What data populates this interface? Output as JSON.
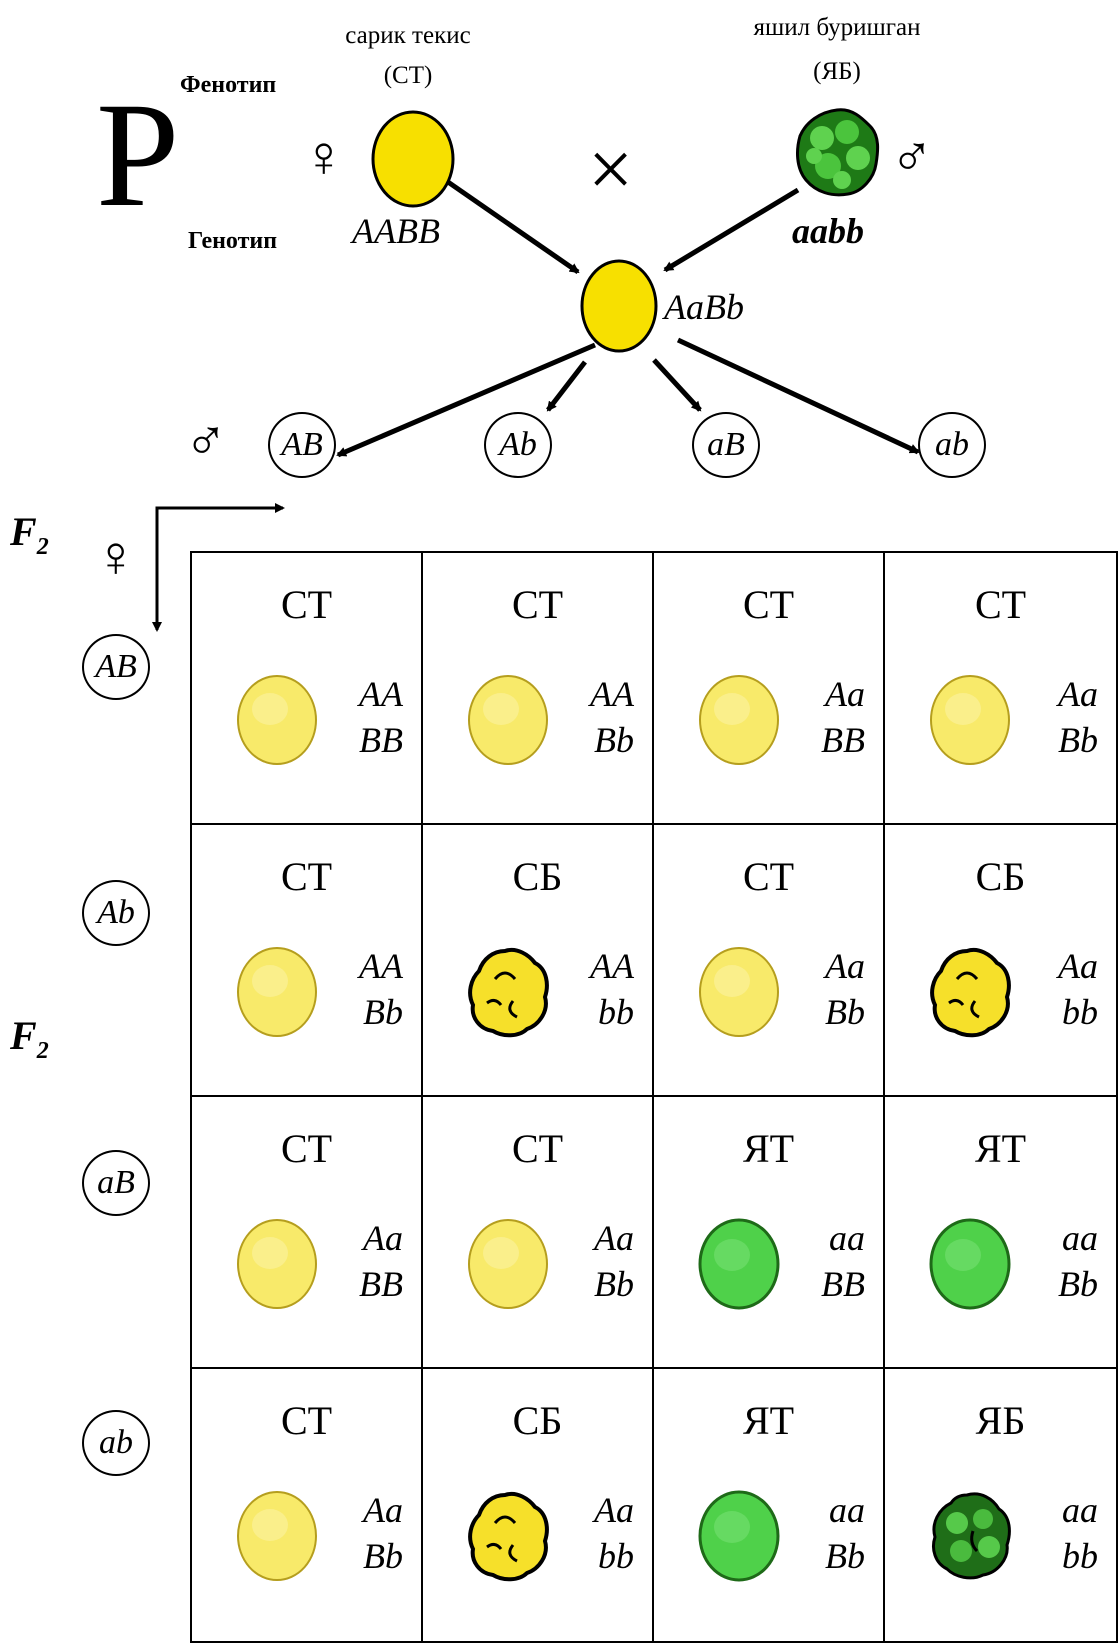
{
  "parents": {
    "row_label_phenotype": "Фенотип",
    "row_label_genotype": "Генотип",
    "generation_label": "P",
    "cross_symbol": "×",
    "female_symbol": "♀",
    "male_symbol": "♂",
    "female": {
      "phenotype": "сарик текис",
      "abbr": "(СТ)",
      "genotype": "AABB"
    },
    "male": {
      "phenotype": "яшил буришган",
      "abbr": "(ЯБ)",
      "genotype": "aabb"
    }
  },
  "f1": {
    "genotype": "AaBb"
  },
  "gametes": {
    "male_symbol": "♂",
    "female_symbol": "♀",
    "male": [
      "AB",
      "Ab",
      "aB",
      "ab"
    ],
    "female": [
      "AB",
      "Ab",
      "aB",
      "ab"
    ]
  },
  "f2_labels": [
    "F",
    "F"
  ],
  "f2_sub": "2",
  "colors": {
    "yellow": "#f7e463",
    "yellow_light": "#f8ec8a",
    "green": "#52d052",
    "dark_green": "#2e8b22",
    "outline": "#000000"
  },
  "grid": [
    [
      {
        "pheno": "СТ",
        "g1": "AA",
        "g2": "BB",
        "seed": "yellow-smooth"
      },
      {
        "pheno": "СТ",
        "g1": "AA",
        "g2": "Bb",
        "seed": "yellow-smooth"
      },
      {
        "pheno": "СТ",
        "g1": "Aa",
        "g2": "BB",
        "seed": "yellow-smooth"
      },
      {
        "pheno": "СТ",
        "g1": "Aa",
        "g2": "Bb",
        "seed": "yellow-smooth"
      }
    ],
    [
      {
        "pheno": "СТ",
        "g1": "AA",
        "g2": "Bb",
        "seed": "yellow-smooth"
      },
      {
        "pheno": "СБ",
        "g1": "AA",
        "g2": "bb",
        "seed": "yellow-wrinkled"
      },
      {
        "pheno": "СТ",
        "g1": "Aa",
        "g2": "Bb",
        "seed": "yellow-smooth"
      },
      {
        "pheno": "СБ",
        "g1": "Aa",
        "g2": "bb",
        "seed": "yellow-wrinkled"
      }
    ],
    [
      {
        "pheno": "СТ",
        "g1": "Aa",
        "g2": "BB",
        "seed": "yellow-smooth"
      },
      {
        "pheno": "СТ",
        "g1": "Aa",
        "g2": "Bb",
        "seed": "yellow-smooth"
      },
      {
        "pheno": "ЯТ",
        "g1": "aa",
        "g2": "BB",
        "seed": "green-smooth"
      },
      {
        "pheno": "ЯТ",
        "g1": "aa",
        "g2": "Bb",
        "seed": "green-smooth"
      }
    ],
    [
      {
        "pheno": "СТ",
        "g1": "Aa",
        "g2": "Bb",
        "seed": "yellow-smooth"
      },
      {
        "pheno": "СБ",
        "g1": "Aa",
        "g2": "bb",
        "seed": "yellow-wrinkled"
      },
      {
        "pheno": "ЯТ",
        "g1": "aa",
        "g2": "Bb",
        "seed": "green-smooth"
      },
      {
        "pheno": "ЯБ",
        "g1": "aa",
        "g2": "bb",
        "seed": "green-wrinkled"
      }
    ]
  ]
}
